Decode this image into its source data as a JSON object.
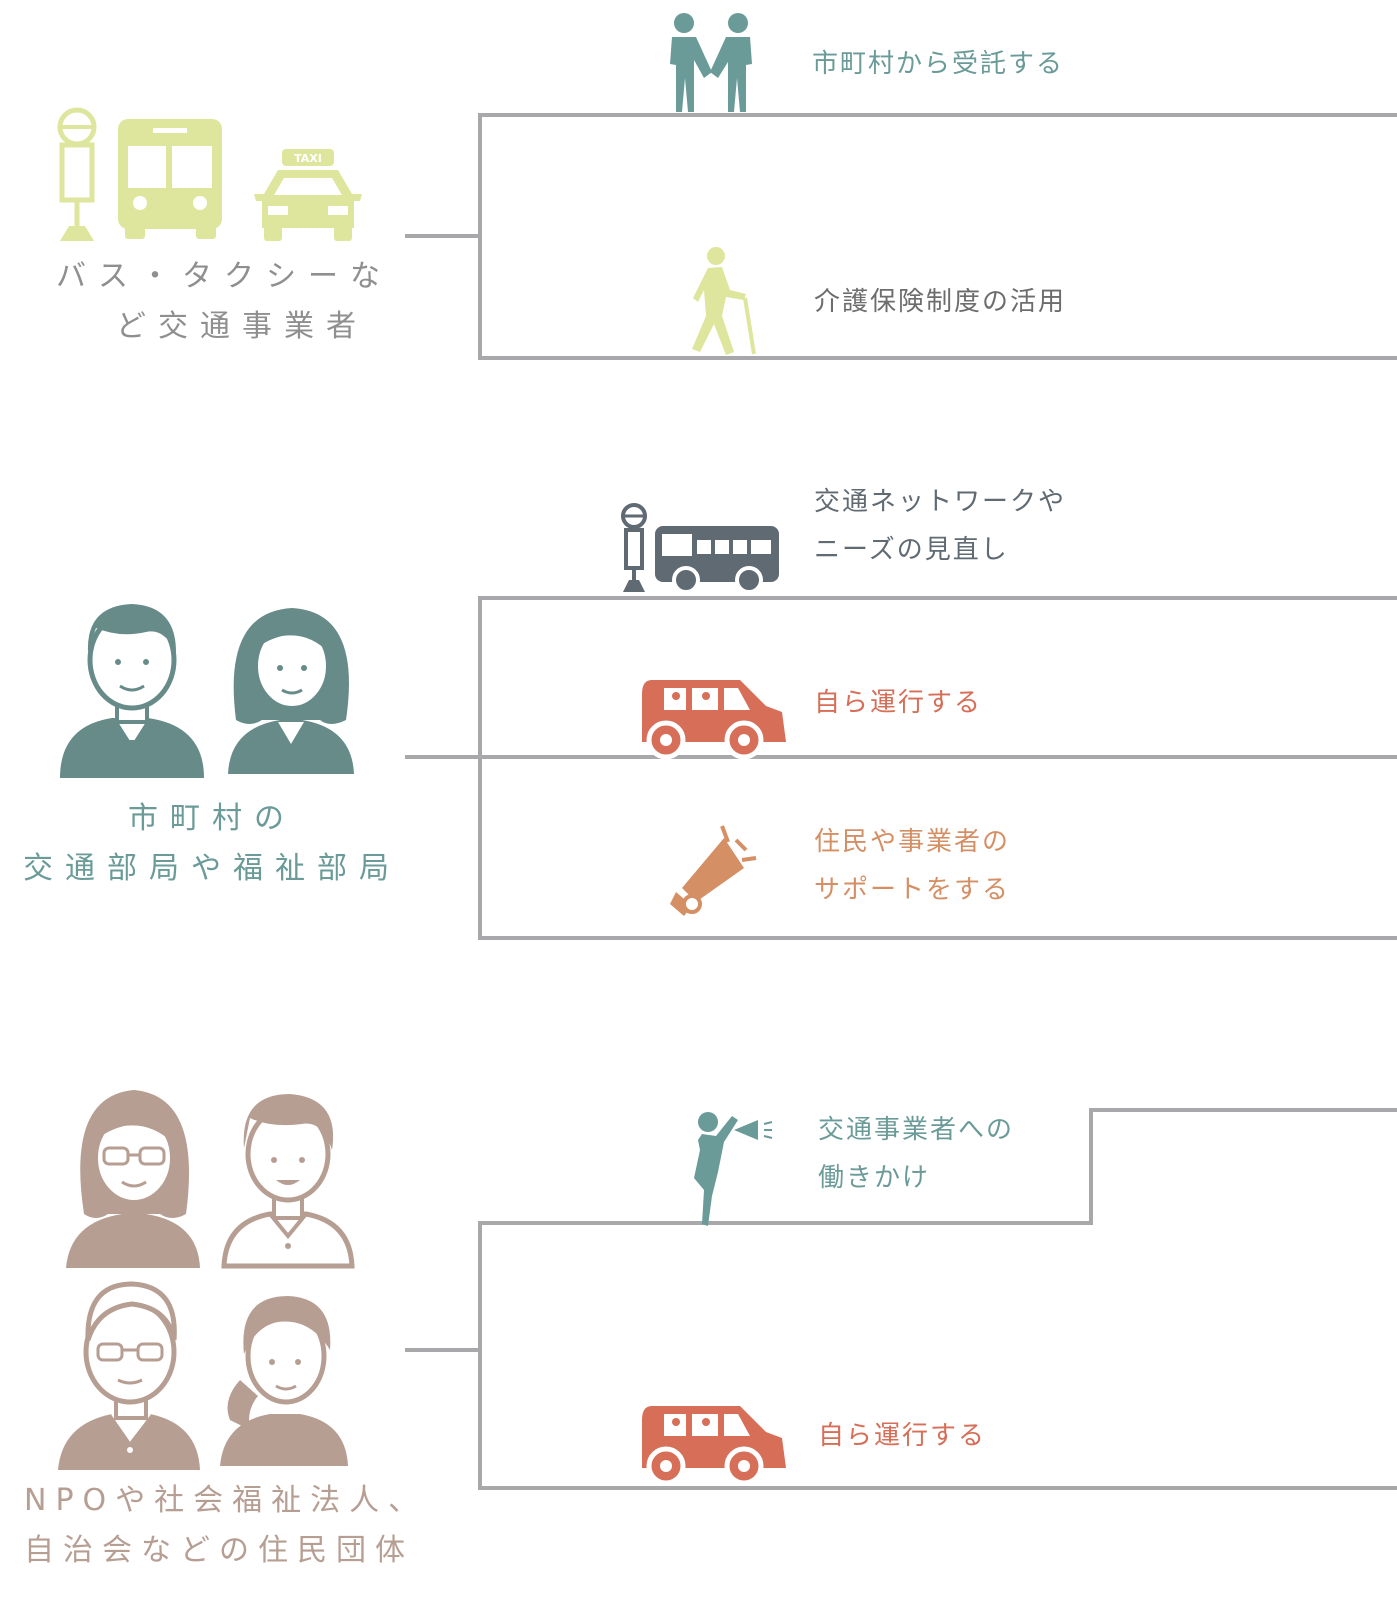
{
  "colors": {
    "line": "#a8a8aa",
    "teal": "#6a9b98",
    "lime": "#dde69c",
    "slate": "#5f6a73",
    "coral": "#d66e58",
    "orange": "#d58f64",
    "person_teal": "#668b89",
    "person_mauve": "#b79e93",
    "actor_lime": "#8f8f8f",
    "actor_teal": "#6a9b98",
    "actor_mauve": "#b79e93",
    "text_gray": "#6d6d6d"
  },
  "groups": [
    {
      "actor": {
        "line1": "バス・タクシーな",
        "line2": "ど交通事業者"
      },
      "roles": [
        {
          "icon": "handshake-icon",
          "text": "市町村から受託する"
        },
        {
          "icon": "elderly-cane-icon",
          "text": "介護保険制度の活用"
        }
      ]
    },
    {
      "actor": {
        "line1": "市町村の",
        "line2": "交通部局や福祉部局"
      },
      "roles": [
        {
          "icon": "bus-stop-icon",
          "text_line1": "交通ネットワークや",
          "text_line2": "ニーズの見直し"
        },
        {
          "icon": "van-icon",
          "text": "自ら運行する"
        },
        {
          "icon": "megaphone-icon",
          "text_line1": "住民や事業者の",
          "text_line2": "サポートをする"
        }
      ]
    },
    {
      "actor": {
        "line1": "NPOや社会福祉法人、",
        "line2": "自治会などの住民団体"
      },
      "roles": [
        {
          "icon": "person-megaphone-icon",
          "text_line1": "交通事業者への",
          "text_line2": "働きかけ"
        },
        {
          "icon": "van-icon",
          "text": "自ら運行する"
        }
      ]
    }
  ]
}
